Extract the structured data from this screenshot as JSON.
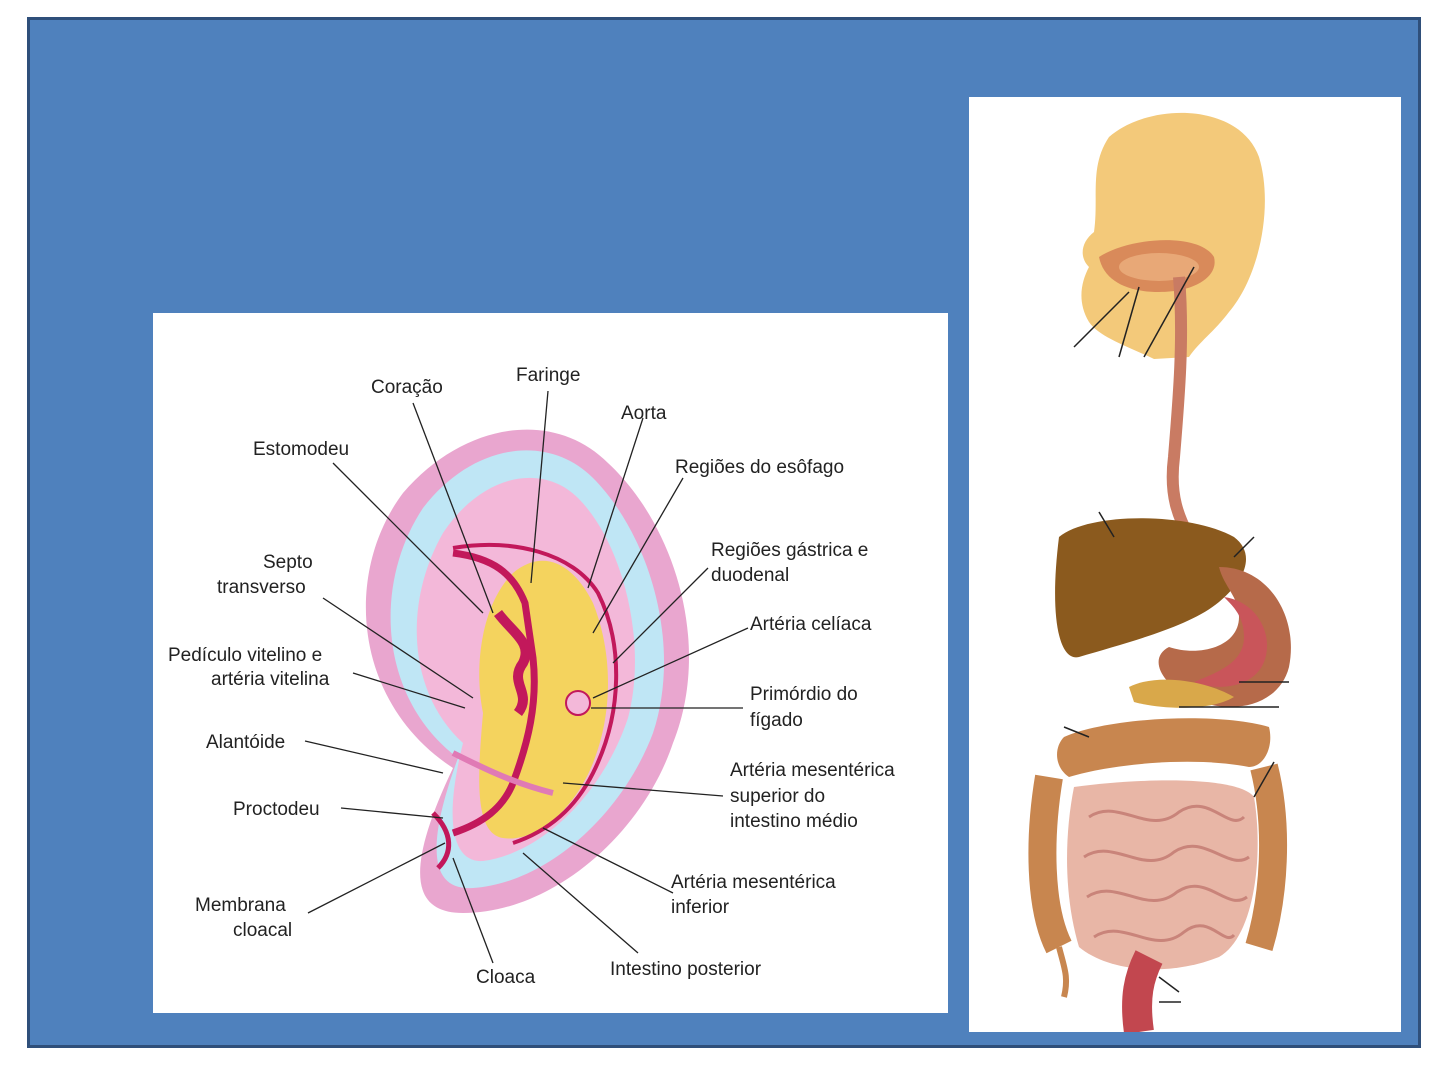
{
  "embryo_diagram": {
    "labels": {
      "coracao": "Coração",
      "faringe": "Faringe",
      "aorta": "Aorta",
      "estomodeu": "Estomodeu",
      "regioes_esofago": "Regiões do esôfago",
      "septo_1": "Septo",
      "septo_2": "transverso",
      "gastrica_1": "Regiões gástrica e",
      "gastrica_2": "duodenal",
      "arteria_celiaca": "Artéria celíaca",
      "pediculo_1": "Pedículo vitelino e",
      "pediculo_2": "artéria vitelina",
      "primordio_1": "Primórdio do",
      "primordio_2": "fígado",
      "alantoide": "Alantóide",
      "mesenterica_sup_1": "Artéria mesentérica",
      "mesenterica_sup_2": "superior do",
      "mesenterica_sup_3": "intestino médio",
      "proctodeu": "Proctodeu",
      "mesenterica_inf_1": "Artéria mesentérica",
      "mesenterica_inf_2": "inferior",
      "membrana_1": "Membrana",
      "membrana_2": "cloacal",
      "cloaca": "Cloaca",
      "intestino_posterior": "Intestino posterior"
    }
  },
  "colors": {
    "slide_background": "#4f81bd",
    "embryo_pink": "#e9a6cf",
    "embryo_blue": "#bfe6f5",
    "embryo_yellow": "#f4d35e",
    "gut_magenta": "#c2185b",
    "liver": "#8b5a1e",
    "skin": "#f3c97a"
  }
}
